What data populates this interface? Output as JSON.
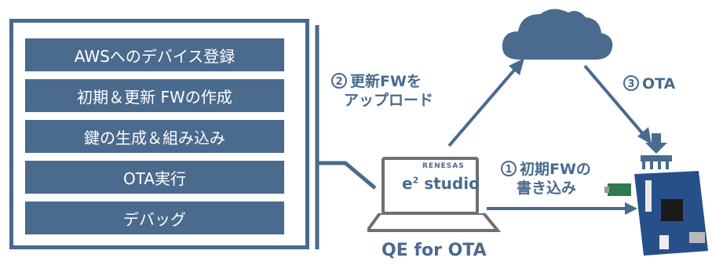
{
  "steps": [
    {
      "label": "AWSへのデバイス登録"
    },
    {
      "label": "初期＆更新 FWの作成"
    },
    {
      "label": "鍵の生成＆組み込み"
    },
    {
      "label": "OTA実行"
    },
    {
      "label": "デバッグ"
    }
  ],
  "arrows": {
    "upload": {
      "num": "2",
      "line1": "更新FWを",
      "line2": "アップロード"
    },
    "ota": {
      "num": "3",
      "label": "OTA"
    },
    "write": {
      "num": "1",
      "line1": "初期FWの",
      "line2": "書き込み"
    }
  },
  "laptop": {
    "brand": "RENESAS",
    "product": "e",
    "sup": "2",
    "product2": " studio",
    "caption": "QE for OTA"
  },
  "colors": {
    "primary": "#4a6a8e",
    "laptop": "#6f6f6f"
  }
}
